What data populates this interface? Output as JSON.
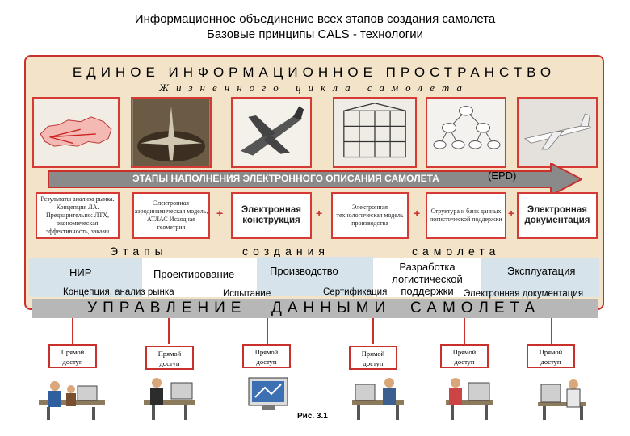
{
  "header": {
    "title_line1": "Информационное объединение всех этапов создания самолета",
    "title_line2": "Базовые принципы CALS - технологии"
  },
  "panel": {
    "heading": "ЕДИНОЕ ИНФОРМАЦИОННОЕ ПРОСТРАНСТВО",
    "subheading": "Жизненного цикла самолета"
  },
  "arrow": {
    "label": "ЭТАПЫ НАПОЛНЕНИЯ ЭЛЕКТРОННОГО ОПИСАНИЯ САМОЛЕТА",
    "tag": "(EPD)"
  },
  "documents": [
    {
      "text": "Результаты анализа рынка. Концепция ЛА. Предварительно: ЛТХ, экономическая эффективность, заказы"
    },
    {
      "text": "Электронная аэродинамическая модель, АТЛАС Исходная геометрия"
    },
    {
      "text": "Электронная конструкция"
    },
    {
      "text": "Электронная технологическая модель производства"
    },
    {
      "text": "Структура и банк данных логистической поддержки"
    },
    {
      "text": "Электронная документация"
    }
  ],
  "plus_sign": "+",
  "stages_caption": {
    "left": "Этапы",
    "middle": "создания",
    "right": "самолета"
  },
  "stages": {
    "nir": "НИР",
    "design": "Проектирование",
    "production": "Производство",
    "logistics": "Разработка логистической поддержки",
    "operation": "Эксплуатация",
    "concept": "Концепция, анализ рынка",
    "testing": "Испытание",
    "certification": "Сертификация",
    "edoc": "Электронная документация"
  },
  "management": {
    "part1": "УПРАВЛЕНИЕ",
    "part2": "ДАННЫМИ",
    "part3": "САМОЛЕТА"
  },
  "access_points": [
    {
      "line1": "Прямой",
      "line2": "доступ"
    },
    {
      "line1": "Прямой",
      "line2": "доступ"
    },
    {
      "line1": "Прямой",
      "line2": "доступ"
    },
    {
      "line1": "Прямой",
      "line2": "доступ"
    },
    {
      "line1": "Прямой",
      "line2": "доступ"
    },
    {
      "line1": "Прямой",
      "line2": "доступ"
    }
  ],
  "figure_caption": "Рис. 3.1",
  "colors": {
    "border_red": "#c9302c",
    "panel_bg": "#f3e3c9",
    "band_blue": "#d6e3ea",
    "arrow_gray": "#8a8a8a"
  }
}
